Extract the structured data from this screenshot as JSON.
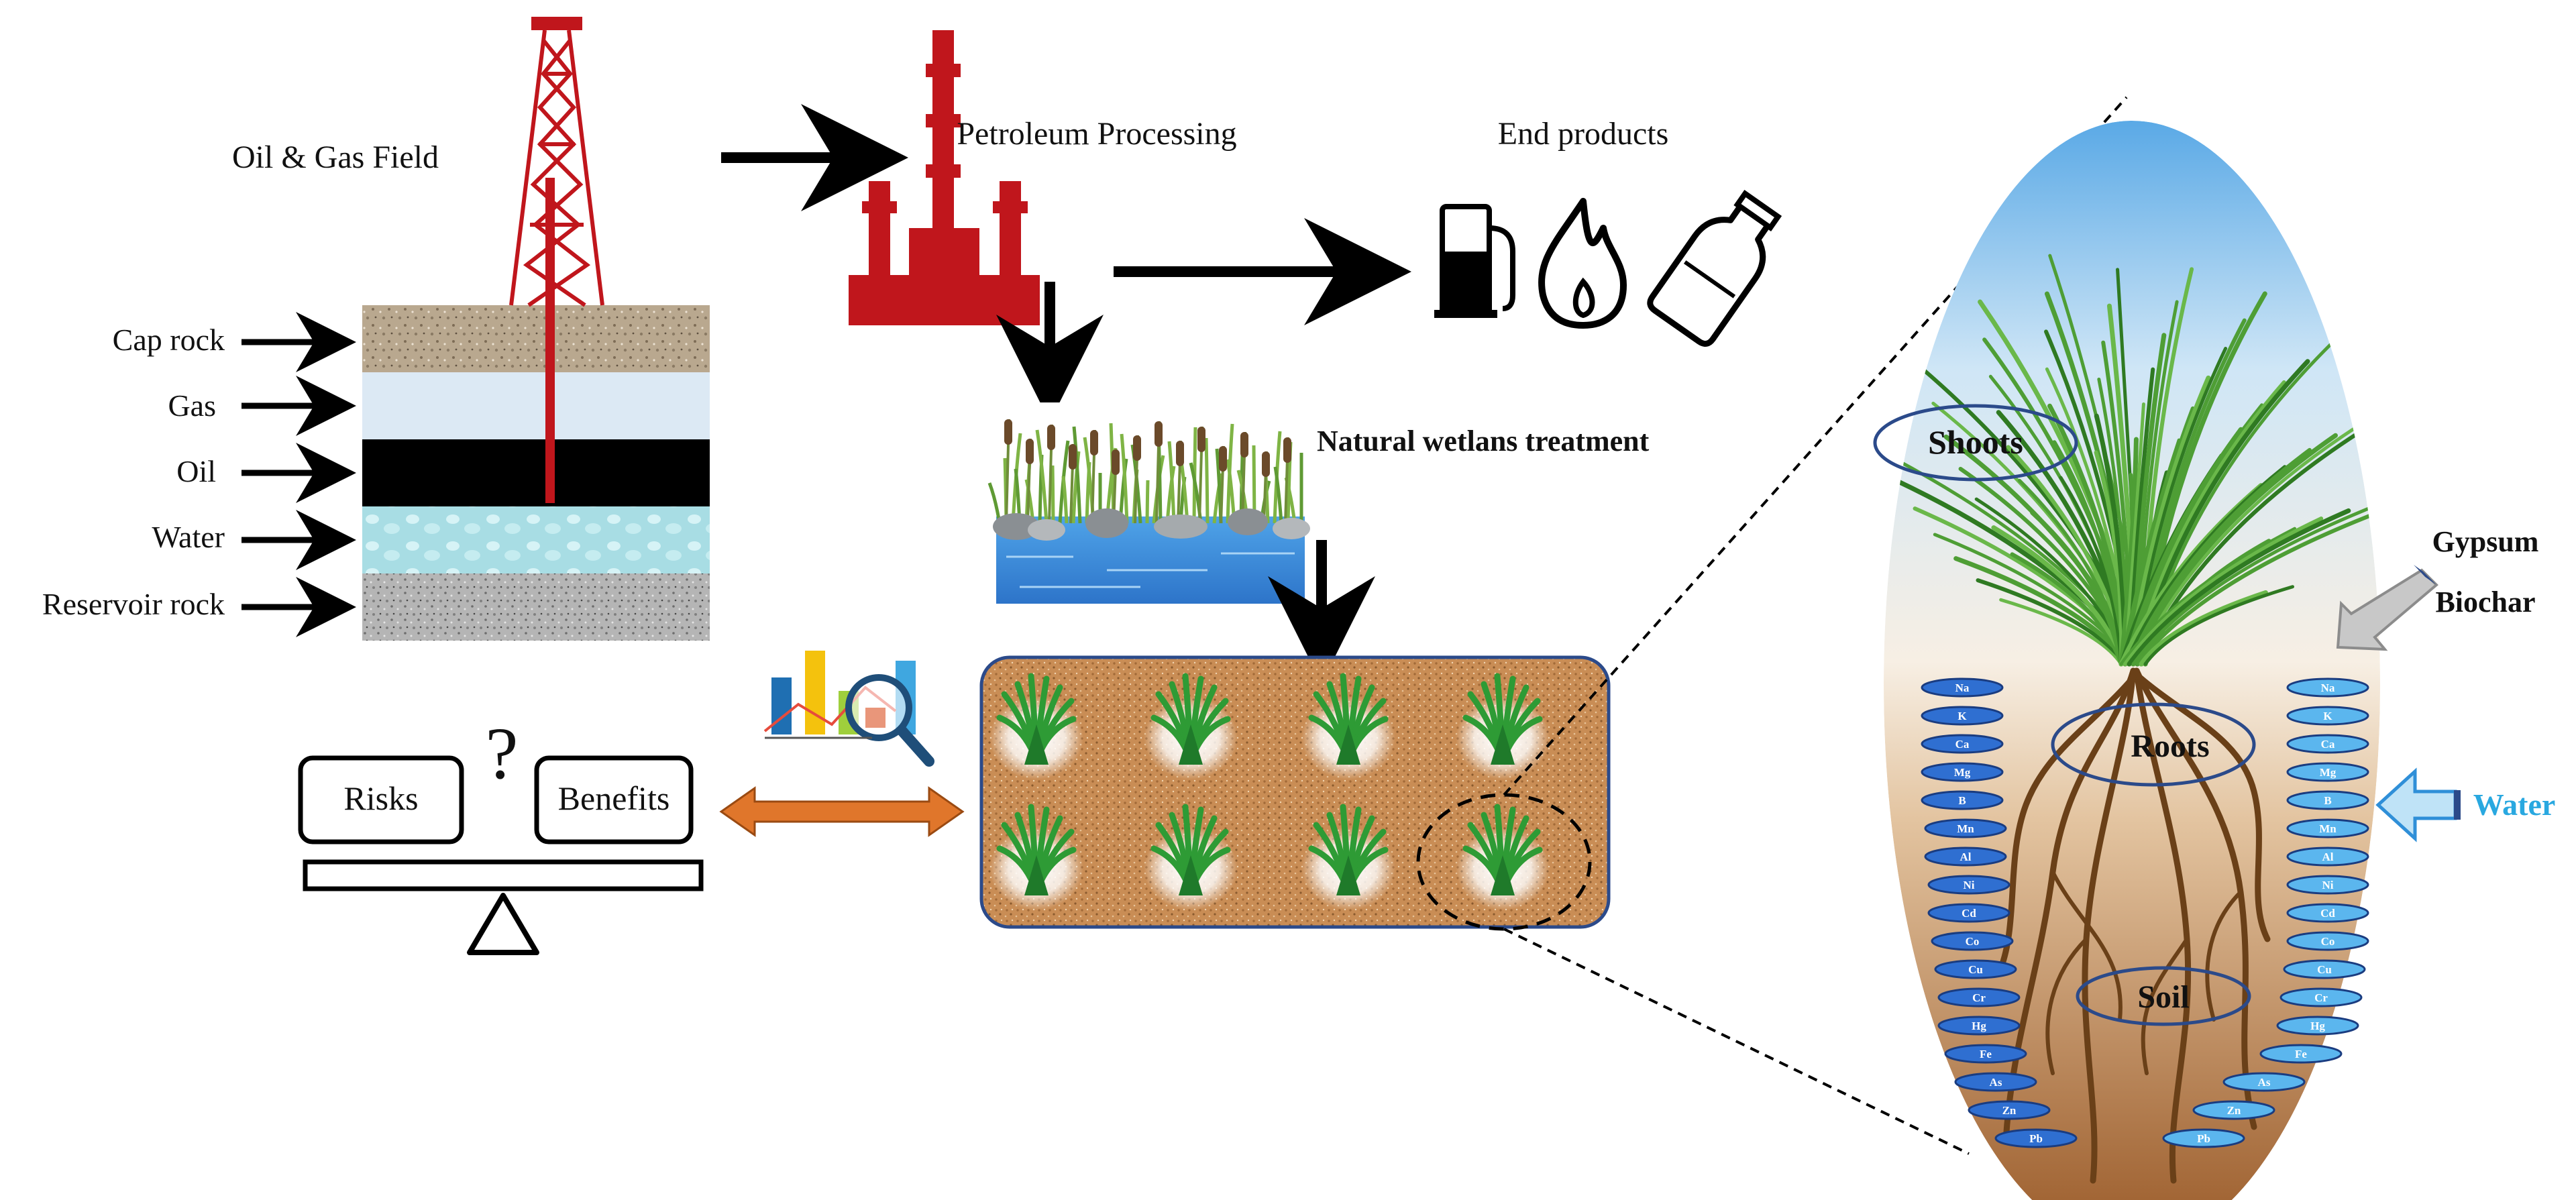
{
  "oil_field": {
    "title": "Oil & Gas Field",
    "layers": [
      "Cap rock",
      "Gas",
      "Oil",
      "Water",
      "Reservoir  rock"
    ]
  },
  "processing": {
    "label": "Petroleum  Processing"
  },
  "end_products": {
    "label": "End products",
    "icons": [
      "fuel-pump-icon",
      "flame-icon",
      "bottle-icon"
    ]
  },
  "wetland": {
    "label": "Natural wetlans treatment"
  },
  "assessment": {
    "risks": "Risks",
    "benefits": "Benefits",
    "question": "?"
  },
  "plant": {
    "shoots": "Shoots",
    "roots": "Roots",
    "soil": "Soil",
    "amendment_1": "Gypsum",
    "amendment_2": "Biochar",
    "water": "Water"
  },
  "ions_left": [
    "Na",
    "K",
    "Ca",
    "Mg",
    "B",
    "Mn",
    "Al",
    "Ni",
    "Cd",
    "Co",
    "Cu",
    "Cr",
    "Hg",
    "Fe",
    "As",
    "Zn",
    "Pb"
  ],
  "ions_right": [
    "Na",
    "K",
    "Ca",
    "Mg",
    "B",
    "Mn",
    "Al",
    "Ni",
    "Cd",
    "Co",
    "Cu",
    "Cr",
    "Hg",
    "Fe",
    "As",
    "Zn",
    "Pb"
  ],
  "colors": {
    "derrick": "#c0161c",
    "orange_arrow": "#e0762b",
    "ion_left": "#2f6fd1",
    "ion_right": "#5bb6ee",
    "water_label": "#29a8e0",
    "soil_panel_border": "#2b4a8a"
  }
}
